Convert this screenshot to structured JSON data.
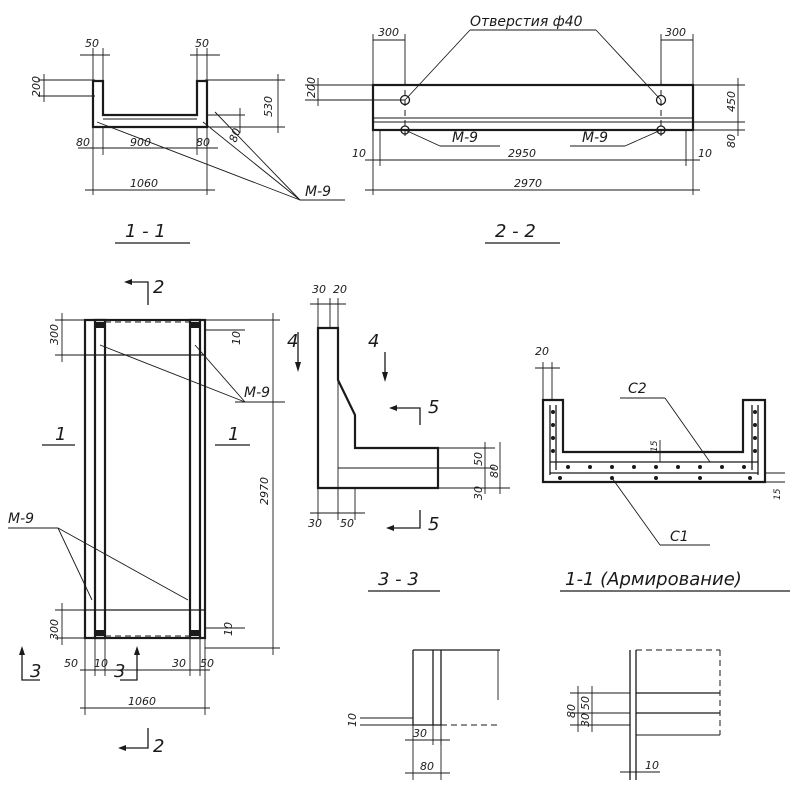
{
  "drawing": {
    "colors": {
      "ink": "#1a1a1a",
      "paper": "#ffffff"
    },
    "section_1_1": {
      "title": "1 - 1",
      "dims": {
        "w50a": "50",
        "w50b": "50",
        "h200": "200",
        "h530": "530",
        "w80a": "80",
        "w900": "900",
        "w80b": "80",
        "h80": "80",
        "w1060": "1060"
      },
      "mark": "М-9"
    },
    "section_2_2": {
      "title": "2 - 2",
      "hole_note": "Отверстия ф40",
      "dims": {
        "w300a": "300",
        "w300b": "300",
        "h200": "200",
        "h450": "450",
        "h80": "80",
        "w10a": "10",
        "w2950": "2950",
        "w10b": "10",
        "w2970": "2970"
      },
      "mark_left": "М-9",
      "mark_right": "М-9"
    },
    "plan": {
      "dims": {
        "h300top": "300",
        "h10top": "10",
        "h2970": "2970",
        "h300bot": "300",
        "h10bot": "10",
        "w50a": "50",
        "w10": "10",
        "w30": "30",
        "w50b": "50",
        "w1060": "1060"
      },
      "mark_right": "М-9",
      "mark_left": "М-9",
      "cut1_left": "1",
      "cut1_right": "1",
      "cut2_top": "2",
      "cut2_bottom": "2",
      "cut3_left": "3",
      "cut3_mid": "3"
    },
    "section_3_3": {
      "title": "3 - 3",
      "dims": {
        "t30": "30",
        "t20": "20",
        "r50": "50",
        "r80": "80",
        "r30": "30",
        "b30": "30",
        "b50": "50"
      },
      "cut4a": "4",
      "cut4b": "4",
      "cut5a": "5",
      "cut5b": "5"
    },
    "section_reinf": {
      "title": "1-1 (Армирование)",
      "dims": {
        "d20": "20",
        "d15a": "15",
        "d15b": "15"
      },
      "label_c2": "С2",
      "label_c1": "С1"
    },
    "detail_4": {
      "dims": {
        "d10": "10",
        "d30": "30",
        "d80": "80"
      }
    },
    "detail_5": {
      "dims": {
        "d80": "80",
        "d30": "30",
        "d50": "50",
        "d10": "10"
      }
    }
  }
}
